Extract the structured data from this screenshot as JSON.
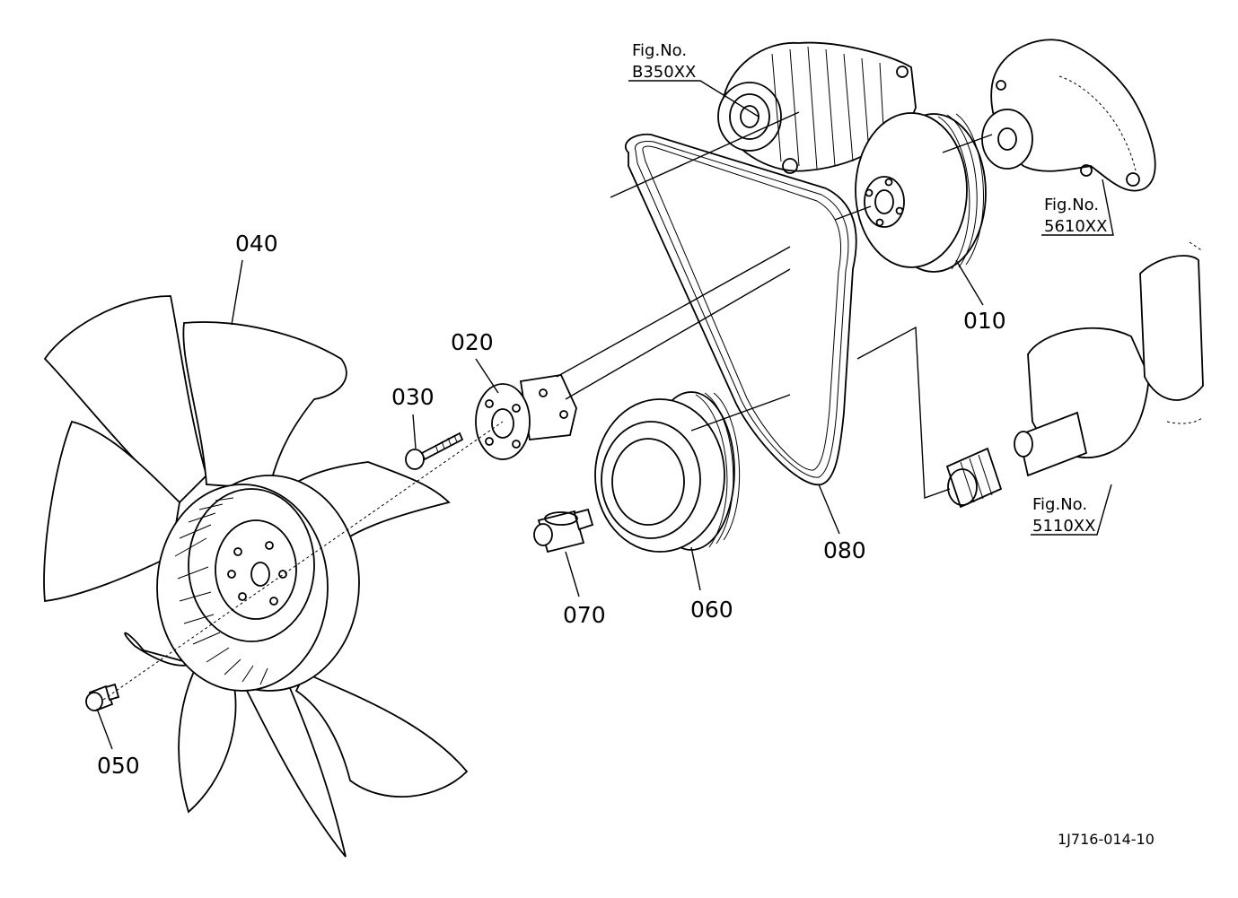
{
  "callouts": {
    "c010": "010",
    "c020": "020",
    "c030": "030",
    "c040": "040",
    "c050": "050",
    "c060": "060",
    "c070": "070",
    "c080": "080"
  },
  "figure_refs": {
    "alternator": {
      "line1": "Fig.No.",
      "line2": "B350XX"
    },
    "water_pump": {
      "line1": "Fig.No.",
      "line2": "5610XX"
    },
    "crankshaft": {
      "line1": "Fig.No.",
      "line2": "5110XX"
    }
  },
  "drawing_code": "1J716-014-10"
}
